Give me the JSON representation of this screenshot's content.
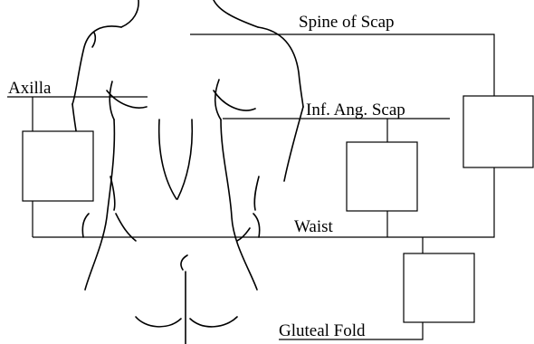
{
  "labels": {
    "spine_of_scap": "Spine of Scap",
    "axilla": "Axilla",
    "inf_ang_scap": "Inf. Ang. Scap",
    "waist": "Waist",
    "gluteal_fold": "Gluteal Fold"
  }
}
